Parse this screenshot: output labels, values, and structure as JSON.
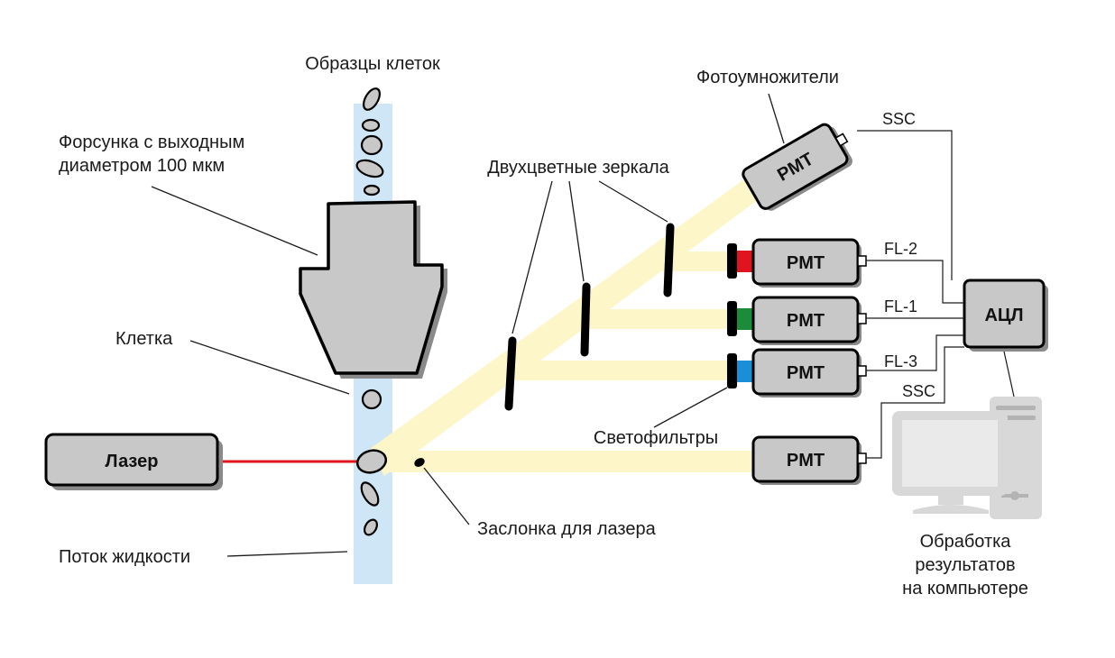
{
  "labels": {
    "cell_samples": "Образцы клеток",
    "nozzle_line1": "Форсунка с выходным",
    "nozzle_line2": "диаметром 100 мкм",
    "cell": "Клетка",
    "fluid_stream": "Поток жидкости",
    "dichroic_mirrors": "Двухцветные зеркала",
    "photomultipliers": "Фотоумножители",
    "filters": "Светофильтры",
    "laser_shutter": "Заслонка для лазера",
    "processing_line1": "Обработка",
    "processing_line2": "результатов",
    "processing_line3": "на компьютере"
  },
  "boxes": {
    "laser": "Лазер",
    "pmt": "PMT",
    "adc": "АЦЛ"
  },
  "signals": {
    "ssc_top": "SSC",
    "fl2": "FL-2",
    "fl1": "FL-1",
    "fl3": "FL-3",
    "ssc_bottom": "SSC"
  },
  "colors": {
    "stream": "#cfe6f7",
    "beam": "#fcf6c8",
    "laser": "#e0141c",
    "filter_fl2": "#e0141c",
    "filter_fl1": "#1a8c3a",
    "filter_fl3": "#1a8fd6",
    "box_fill": "#c8c8c8",
    "computer": "#d8d8d8"
  }
}
